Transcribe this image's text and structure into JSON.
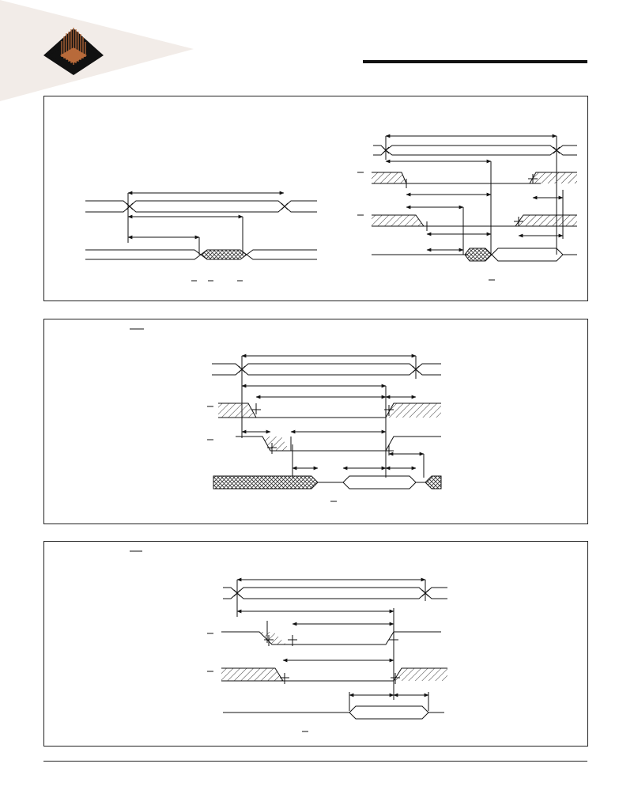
{
  "page": {
    "header": {
      "logo": "company-logo-copper-pyramid"
    },
    "diagrams": [
      {
        "panel": 1,
        "description_text": []
      },
      {
        "panel": 2,
        "description_text": []
      },
      {
        "panel": 3,
        "description_text": []
      }
    ]
  },
  "colors": {
    "logo_copper": "#b86a3a",
    "logo_dark": "#111111",
    "band": "#f2ece8",
    "line": "#111111",
    "hatch": "#333333"
  }
}
